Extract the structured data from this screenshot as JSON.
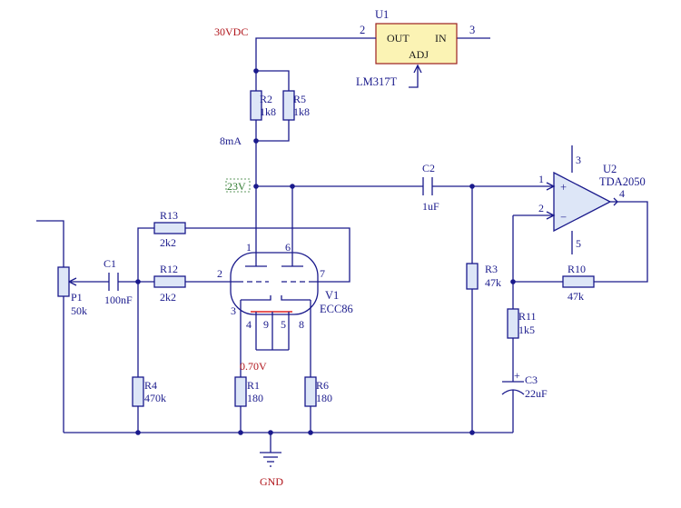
{
  "u1": {
    "ref": "U1",
    "part": "LM317T",
    "pin_out": "OUT",
    "pin_in": "IN",
    "pin_adj": "ADJ",
    "pin2": "2",
    "pin3": "3"
  },
  "u2": {
    "ref": "U2",
    "part": "TDA2050",
    "pin1": "1",
    "pin2": "2",
    "pin3": "3",
    "pin4": "4",
    "pin5": "5",
    "plus": "+",
    "minus": "−"
  },
  "v1": {
    "ref": "V1",
    "part": "ECC86",
    "pins": [
      "1",
      "6",
      "2",
      "7",
      "3",
      "4",
      "9",
      "5",
      "8"
    ]
  },
  "nets": {
    "supply": "30VDC",
    "plate": "23V",
    "cathode": "0.70V",
    "current": "8mA",
    "ground": "GND"
  },
  "resistors": {
    "r1": {
      "ref": "R1",
      "value": "180"
    },
    "r2": {
      "ref": "R2",
      "value": "1k8"
    },
    "r3": {
      "ref": "R3",
      "value": "47k"
    },
    "r4": {
      "ref": "R4",
      "value": "470k"
    },
    "r5": {
      "ref": "R5",
      "value": "1k8"
    },
    "r6": {
      "ref": "R6",
      "value": "180"
    },
    "r10": {
      "ref": "R10",
      "value": "47k"
    },
    "r11": {
      "ref": "R11",
      "value": "1k5"
    },
    "r12": {
      "ref": "R12",
      "value": "2k2"
    },
    "r13": {
      "ref": "R13",
      "value": "2k2"
    }
  },
  "capacitors": {
    "c1": {
      "ref": "C1",
      "value": "100nF"
    },
    "c2": {
      "ref": "C2",
      "value": "1uF"
    },
    "c3": {
      "ref": "C3",
      "value": "22uF",
      "polarity": "+"
    }
  },
  "pot": {
    "ref": "P1",
    "value": "50k"
  }
}
